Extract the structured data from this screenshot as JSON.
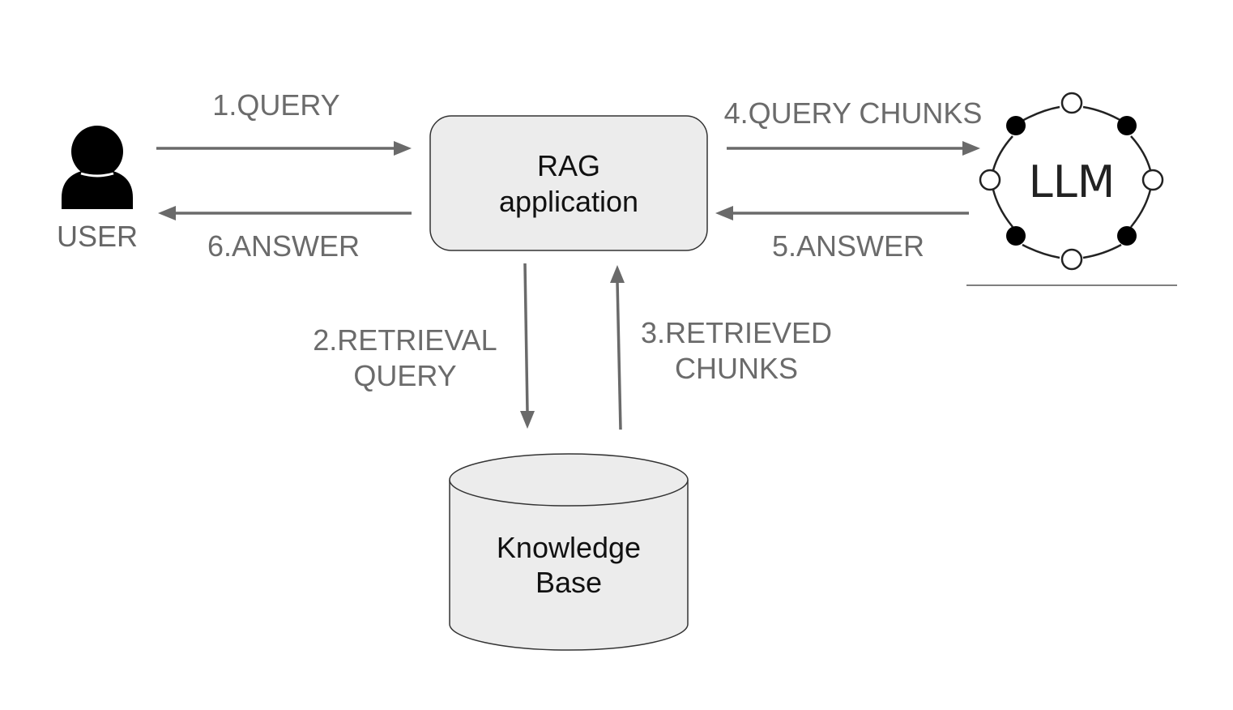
{
  "nodes": {
    "user": {
      "label": "USER"
    },
    "rag_app": {
      "line1": "RAG",
      "line2": "application"
    },
    "llm": {
      "label": "LLM"
    },
    "knowledge_base": {
      "line1": "Knowledge",
      "line2": "Base"
    }
  },
  "edges": {
    "query": "1.QUERY",
    "retrieval_query_line1": "2.RETRIEVAL",
    "retrieval_query_line2": "QUERY",
    "retrieved_chunks_line1": "3.RETRIEVED",
    "retrieved_chunks_line2": "CHUNKS",
    "query_chunks": "4.QUERY CHUNKS",
    "answer_from_llm": "5.ANSWER",
    "answer_to_user": "6.ANSWER"
  },
  "colors": {
    "box_fill": "#ececec",
    "arrow": "#6a6a6a",
    "edge_label": "#6b6b6b"
  }
}
